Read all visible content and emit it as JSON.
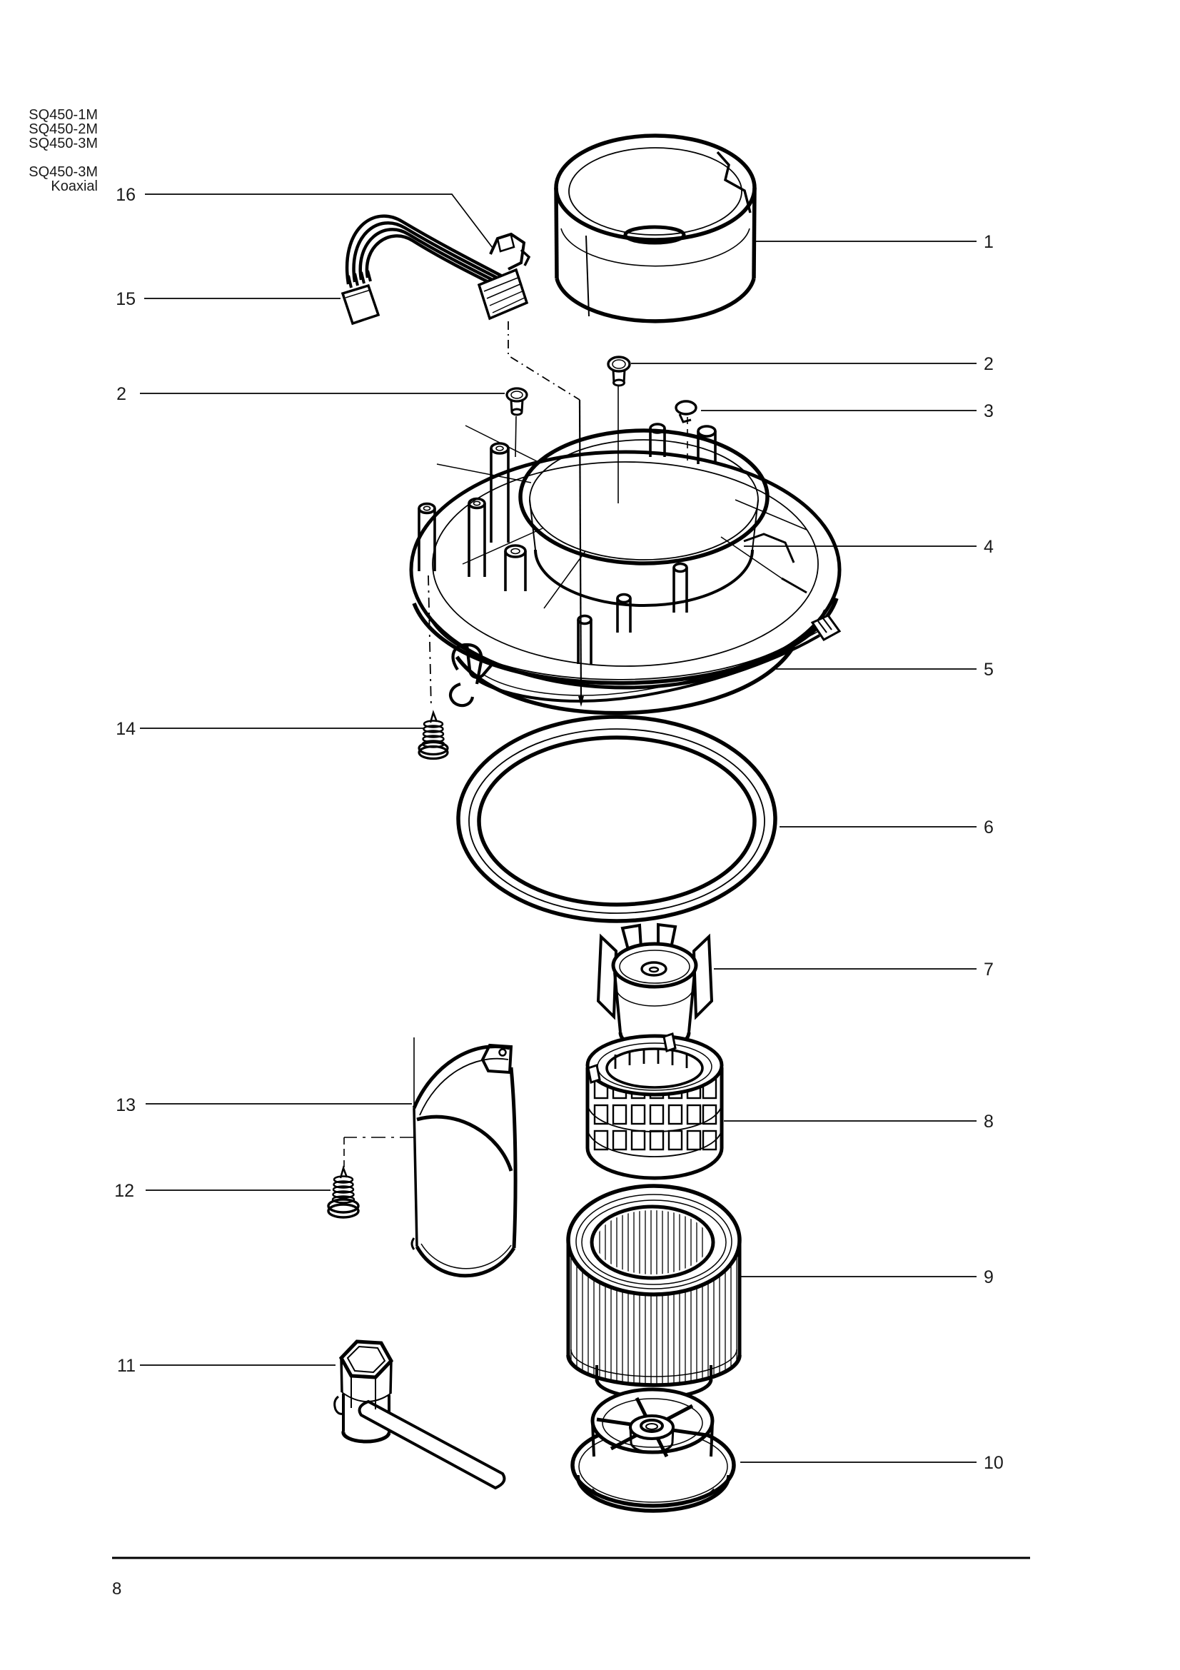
{
  "colors": {
    "background": "#ffffff",
    "line": "#000000",
    "text": "#1a1a1a"
  },
  "header": {
    "line1": "SQ450-1M",
    "line2": "SQ450-2M",
    "line3": "SQ450-3M",
    "line4": "SQ450-3M",
    "line5": "Koaxial"
  },
  "callouts": {
    "c16": "16",
    "c15": "15",
    "c2_left": "2",
    "c14": "14",
    "c13": "13",
    "c12": "12",
    "c11": "11",
    "c1": "1",
    "c2_right": "2",
    "c3": "3",
    "c4": "4",
    "c5": "5",
    "c6": "6",
    "c7": "7",
    "c8": "8",
    "c9": "9",
    "c10": "10"
  },
  "footer": {
    "page_number": "8"
  }
}
